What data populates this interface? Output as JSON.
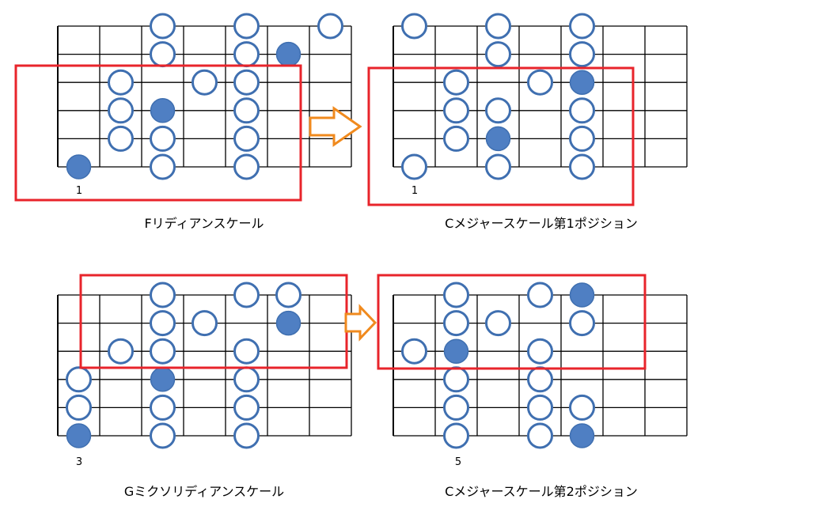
{
  "colors": {
    "grid": "#000000",
    "note_stroke": "#3f6fb0",
    "note_fill_root": "#4f7fc3",
    "note_fill_open": "#ffffff",
    "highlight_box": "#e8242b",
    "arrow": "#f08a1e"
  },
  "diagrams": [
    {
      "title": "Fリディアンスケール",
      "fret_label": "1",
      "notes": [
        {
          "fret": 2,
          "string": 0,
          "root": false
        },
        {
          "fret": 4,
          "string": 0,
          "root": false
        },
        {
          "fret": 6,
          "string": 0,
          "root": false
        },
        {
          "fret": 2,
          "string": 1,
          "root": false
        },
        {
          "fret": 4,
          "string": 1,
          "root": false
        },
        {
          "fret": 5,
          "string": 1,
          "root": true
        },
        {
          "fret": 1,
          "string": 2,
          "root": false
        },
        {
          "fret": 3,
          "string": 2,
          "root": false
        },
        {
          "fret": 4,
          "string": 2,
          "root": false
        },
        {
          "fret": 1,
          "string": 3,
          "root": false
        },
        {
          "fret": 2,
          "string": 3,
          "root": true
        },
        {
          "fret": 4,
          "string": 3,
          "root": false
        },
        {
          "fret": 1,
          "string": 4,
          "root": false
        },
        {
          "fret": 2,
          "string": 4,
          "root": false
        },
        {
          "fret": 4,
          "string": 4,
          "root": false
        },
        {
          "fret": 0,
          "string": 5,
          "root": true
        },
        {
          "fret": 2,
          "string": 5,
          "root": false
        },
        {
          "fret": 4,
          "string": 5,
          "root": false
        }
      ]
    },
    {
      "title": "Cメジャースケール第1ポジション",
      "fret_label": "1",
      "notes": [
        {
          "fret": 0,
          "string": 0,
          "root": false
        },
        {
          "fret": 2,
          "string": 0,
          "root": false
        },
        {
          "fret": 4,
          "string": 0,
          "root": false
        },
        {
          "fret": 2,
          "string": 1,
          "root": false
        },
        {
          "fret": 4,
          "string": 1,
          "root": false
        },
        {
          "fret": 1,
          "string": 2,
          "root": false
        },
        {
          "fret": 3,
          "string": 2,
          "root": false
        },
        {
          "fret": 4,
          "string": 2,
          "root": true
        },
        {
          "fret": 1,
          "string": 3,
          "root": false
        },
        {
          "fret": 2,
          "string": 3,
          "root": false
        },
        {
          "fret": 4,
          "string": 3,
          "root": false
        },
        {
          "fret": 1,
          "string": 4,
          "root": false
        },
        {
          "fret": 2,
          "string": 4,
          "root": true
        },
        {
          "fret": 4,
          "string": 4,
          "root": false
        },
        {
          "fret": 0,
          "string": 5,
          "root": false
        },
        {
          "fret": 2,
          "string": 5,
          "root": false
        },
        {
          "fret": 4,
          "string": 5,
          "root": false
        }
      ]
    },
    {
      "title": "Gミクソリディアンスケール",
      "fret_label": "3",
      "notes": [
        {
          "fret": 2,
          "string": 0,
          "root": false
        },
        {
          "fret": 4,
          "string": 0,
          "root": false
        },
        {
          "fret": 5,
          "string": 0,
          "root": false
        },
        {
          "fret": 2,
          "string": 1,
          "root": false
        },
        {
          "fret": 3,
          "string": 1,
          "root": false
        },
        {
          "fret": 5,
          "string": 1,
          "root": true
        },
        {
          "fret": 1,
          "string": 2,
          "root": false
        },
        {
          "fret": 2,
          "string": 2,
          "root": false
        },
        {
          "fret": 4,
          "string": 2,
          "root": false
        },
        {
          "fret": 0,
          "string": 3,
          "root": false
        },
        {
          "fret": 2,
          "string": 3,
          "root": true
        },
        {
          "fret": 4,
          "string": 3,
          "root": false
        },
        {
          "fret": 0,
          "string": 4,
          "root": false
        },
        {
          "fret": 2,
          "string": 4,
          "root": false
        },
        {
          "fret": 4,
          "string": 4,
          "root": false
        },
        {
          "fret": 0,
          "string": 5,
          "root": true
        },
        {
          "fret": 2,
          "string": 5,
          "root": false
        },
        {
          "fret": 4,
          "string": 5,
          "root": false
        }
      ]
    },
    {
      "title": "Cメジャースケール第2ポジション",
      "fret_label": "5",
      "notes": [
        {
          "fret": 1,
          "string": 0,
          "root": false
        },
        {
          "fret": 3,
          "string": 0,
          "root": false
        },
        {
          "fret": 4,
          "string": 0,
          "root": true
        },
        {
          "fret": 1,
          "string": 1,
          "root": false
        },
        {
          "fret": 2,
          "string": 1,
          "root": false
        },
        {
          "fret": 4,
          "string": 1,
          "root": false
        },
        {
          "fret": 0,
          "string": 2,
          "root": false
        },
        {
          "fret": 1,
          "string": 2,
          "root": true
        },
        {
          "fret": 3,
          "string": 2,
          "root": false
        },
        {
          "fret": 1,
          "string": 3,
          "root": false
        },
        {
          "fret": 3,
          "string": 3,
          "root": false
        },
        {
          "fret": 1,
          "string": 4,
          "root": false
        },
        {
          "fret": 3,
          "string": 4,
          "root": false
        },
        {
          "fret": 4,
          "string": 4,
          "root": false
        },
        {
          "fret": 1,
          "string": 5,
          "root": false
        },
        {
          "fret": 3,
          "string": 5,
          "root": false
        },
        {
          "fret": 4,
          "string": 5,
          "root": true
        }
      ]
    }
  ]
}
